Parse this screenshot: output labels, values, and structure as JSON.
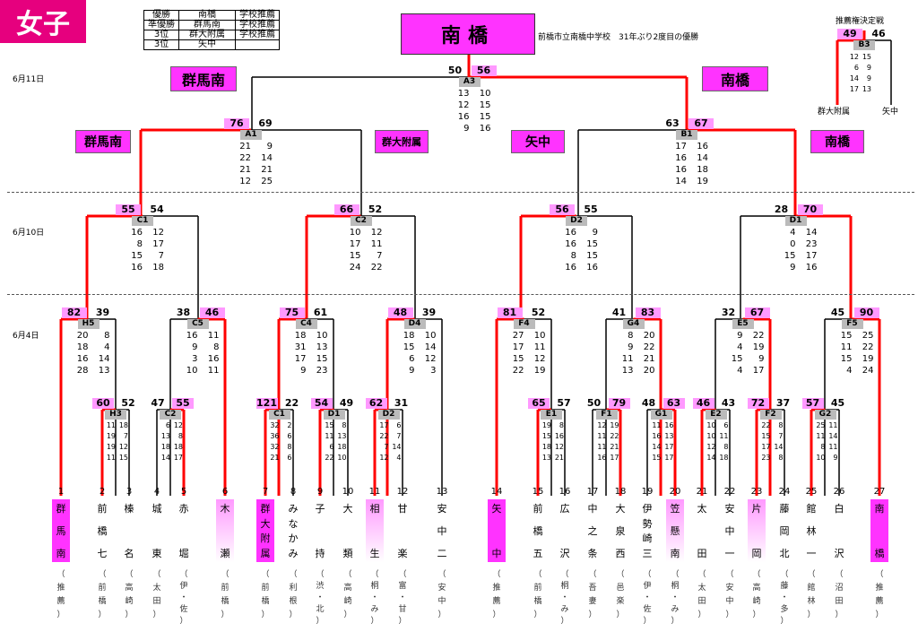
{
  "page_title": "女子",
  "results_table": [
    {
      "place": "優勝",
      "team": "南橋",
      "note": "学校推薦"
    },
    {
      "place": "準優勝",
      "team": "群馬南",
      "note": "学校推薦"
    },
    {
      "place": "3位",
      "team": "群大附属",
      "note": "学校推薦"
    },
    {
      "place": "3位",
      "team": "矢中",
      "note": ""
    }
  ],
  "champion": {
    "name": "南橋",
    "note": "前橋市立南橋中学校　31年ぶり2度目の優勝"
  },
  "dates": {
    "day1": "6月11日",
    "day2": "6月10日",
    "day3": "6月4日"
  },
  "recommend": {
    "title": "推薦権決定戦",
    "match": "B3",
    "left_score": "49",
    "right_score": "46",
    "sets": [
      [
        "12",
        "15"
      ],
      [
        "6",
        "9"
      ],
      [
        "14",
        "9"
      ],
      [
        "17",
        "13"
      ]
    ],
    "left_team": "群大附属",
    "right_team": "矢中"
  },
  "round_labels": {
    "a3_left": "群馬南",
    "a3_right": "南橋",
    "a1_left": "群馬南",
    "a1_right": "群大附属",
    "b1_left": "矢中",
    "b1_right": "南橋"
  },
  "matches": {
    "A3": {
      "left": "50",
      "right": "56",
      "sets": [
        [
          "13",
          "10"
        ],
        [
          "12",
          "15"
        ],
        [
          "16",
          "15"
        ],
        [
          "9",
          "16"
        ]
      ]
    },
    "A1": {
      "left": "76",
      "right": "69",
      "sets": [
        [
          "21",
          "9"
        ],
        [
          "22",
          "14"
        ],
        [
          "21",
          "21"
        ],
        [
          "12",
          "25"
        ]
      ]
    },
    "B1": {
      "left": "63",
      "right": "67",
      "sets": [
        [
          "17",
          "16"
        ],
        [
          "16",
          "14"
        ],
        [
          "16",
          "18"
        ],
        [
          "14",
          "19"
        ]
      ]
    },
    "C1": {
      "left": "55",
      "right": "54",
      "sets": [
        [
          "16",
          "12"
        ],
        [
          "8",
          "17"
        ],
        [
          "15",
          "7"
        ],
        [
          "16",
          "18"
        ]
      ]
    },
    "C2": {
      "left": "66",
      "right": "52",
      "sets": [
        [
          "10",
          "12"
        ],
        [
          "17",
          "11"
        ],
        [
          "15",
          "7"
        ],
        [
          "24",
          "22"
        ]
      ]
    },
    "D2": {
      "left": "56",
      "right": "55",
      "sets": [
        [
          "16",
          "9"
        ],
        [
          "16",
          "15"
        ],
        [
          "8",
          "15"
        ],
        [
          "16",
          "16"
        ]
      ]
    },
    "D1": {
      "left": "28",
      "right": "70",
      "sets": [
        [
          "4",
          "14"
        ],
        [
          "0",
          "23"
        ],
        [
          "15",
          "17"
        ],
        [
          "9",
          "16"
        ]
      ]
    },
    "H5": {
      "left": "82",
      "right": "39",
      "sets": [
        [
          "20",
          "8"
        ],
        [
          "18",
          "4"
        ],
        [
          "16",
          "14"
        ],
        [
          "28",
          "13"
        ]
      ]
    },
    "C5": {
      "left": "38",
      "right": "46",
      "sets": [
        [
          "16",
          "11"
        ],
        [
          "9",
          "8"
        ],
        [
          "3",
          "16"
        ],
        [
          "10",
          "11"
        ]
      ]
    },
    "C4": {
      "left": "75",
      "right": "61",
      "sets": [
        [
          "18",
          "10"
        ],
        [
          "31",
          "13"
        ],
        [
          "17",
          "15"
        ],
        [
          "9",
          "23"
        ]
      ]
    },
    "D4": {
      "left": "48",
      "right": "39",
      "sets": [
        [
          "18",
          "10"
        ],
        [
          "15",
          "14"
        ],
        [
          "6",
          "12"
        ],
        [
          "9",
          "3"
        ]
      ]
    },
    "F4": {
      "left": "81",
      "right": "52",
      "sets": [
        [
          "27",
          "10"
        ],
        [
          "17",
          "11"
        ],
        [
          "15",
          "12"
        ],
        [
          "22",
          "19"
        ]
      ]
    },
    "G4": {
      "left": "41",
      "right": "83",
      "sets": [
        [
          "8",
          "20"
        ],
        [
          "9",
          "22"
        ],
        [
          "11",
          "21"
        ],
        [
          "13",
          "20"
        ]
      ]
    },
    "E5": {
      "left": "32",
      "right": "67",
      "sets": [
        [
          "9",
          "22"
        ],
        [
          "4",
          "19"
        ],
        [
          "15",
          "9"
        ],
        [
          "4",
          "17"
        ]
      ]
    },
    "F5": {
      "left": "45",
      "right": "90",
      "sets": [
        [
          "15",
          "25"
        ],
        [
          "11",
          "22"
        ],
        [
          "15",
          "19"
        ],
        [
          "4",
          "24"
        ]
      ]
    },
    "H3": {
      "left": "60",
      "right": "52",
      "sets": [
        [
          "11",
          "18"
        ],
        [
          "19",
          "7"
        ],
        [
          "19",
          "12"
        ],
        [
          "11",
          "15"
        ]
      ]
    },
    "C2b": {
      "label": "C2",
      "left": "47",
      "right": "55",
      "sets": [
        [
          "6",
          "12"
        ],
        [
          "13",
          "8"
        ],
        [
          "18",
          "18"
        ],
        [
          "14",
          "17"
        ]
      ]
    },
    "C1b": {
      "label": "C1",
      "left": "121",
      "right": "22",
      "sets": [
        [
          "32",
          "2"
        ],
        [
          "36",
          "6"
        ],
        [
          "32",
          "8"
        ],
        [
          "21",
          "6"
        ]
      ]
    },
    "D1b": {
      "label": "D1",
      "left": "54",
      "right": "49",
      "sets": [
        [
          "15",
          "8"
        ],
        [
          "11",
          "13"
        ],
        [
          "6",
          "18"
        ],
        [
          "22",
          "10"
        ]
      ]
    },
    "D2b": {
      "label": "D2",
      "left": "62",
      "right": "31",
      "sets": [
        [
          "17",
          "6"
        ],
        [
          "22",
          "7"
        ],
        [
          "7",
          "14"
        ],
        [
          "12",
          "4"
        ]
      ]
    },
    "E1": {
      "left": "65",
      "right": "57",
      "sets": [
        [
          "19",
          "8"
        ],
        [
          "15",
          "16"
        ],
        [
          "18",
          "12"
        ],
        [
          "13",
          "21"
        ]
      ]
    },
    "F1": {
      "left": "50",
      "right": "79",
      "sets": [
        [
          "12",
          "19"
        ],
        [
          "11",
          "22"
        ],
        [
          "11",
          "21"
        ],
        [
          "16",
          "17"
        ]
      ]
    },
    "G1": {
      "left": "48",
      "right": "63",
      "sets": [
        [
          "11",
          "16"
        ],
        [
          "16",
          "13"
        ],
        [
          "14",
          "17"
        ],
        [
          "15",
          "17"
        ]
      ]
    },
    "E2": {
      "left": "46",
      "right": "43",
      "sets": [
        [
          "10",
          "6"
        ],
        [
          "10",
          "11"
        ],
        [
          "12",
          "8"
        ],
        [
          "14",
          "18"
        ]
      ]
    },
    "F2": {
      "left": "72",
      "right": "37",
      "sets": [
        [
          "22",
          "8"
        ],
        [
          "15",
          "7"
        ],
        [
          "17",
          "14"
        ],
        [
          "23",
          "8"
        ]
      ]
    },
    "G2": {
      "left": "57",
      "right": "45",
      "sets": [
        [
          "25",
          "11"
        ],
        [
          "11",
          "14"
        ],
        [
          "8",
          "11"
        ],
        [
          "10",
          "9"
        ]
      ]
    }
  },
  "teams": [
    {
      "num": "1",
      "name": "群馬南",
      "school": "推薦"
    },
    {
      "num": "2",
      "name": "前橋七",
      "school": "前橋"
    },
    {
      "num": "3",
      "name": "榛名",
      "school": "高崎"
    },
    {
      "num": "4",
      "name": "城東",
      "school": "太田"
    },
    {
      "num": "5",
      "name": "赤堀",
      "school": "伊・佐"
    },
    {
      "num": "6",
      "name": "木瀬",
      "school": "前橋"
    },
    {
      "num": "7",
      "name": "群大附属",
      "school": "前橋"
    },
    {
      "num": "8",
      "name": "みなかみ",
      "school": "利根"
    },
    {
      "num": "9",
      "name": "子持",
      "school": "渋・北"
    },
    {
      "num": "10",
      "name": "大類",
      "school": "高崎"
    },
    {
      "num": "11",
      "name": "相生",
      "school": "桐・み"
    },
    {
      "num": "12",
      "name": "甘楽",
      "school": "富・甘"
    },
    {
      "num": "13",
      "name": "安中二",
      "school": "安中"
    },
    {
      "num": "14",
      "name": "矢中",
      "school": "推薦"
    },
    {
      "num": "15",
      "name": "前橋五",
      "school": "前橋"
    },
    {
      "num": "16",
      "name": "広沢",
      "school": "桐・み"
    },
    {
      "num": "17",
      "name": "中之条",
      "school": "吾妻"
    },
    {
      "num": "18",
      "name": "大泉西",
      "school": "邑楽"
    },
    {
      "num": "19",
      "name": "伊勢崎三",
      "school": "伊・佐"
    },
    {
      "num": "20",
      "name": "笠懸南",
      "school": "桐・み"
    },
    {
      "num": "21",
      "name": "太田",
      "school": "太田"
    },
    {
      "num": "22",
      "name": "安中一",
      "school": "安中"
    },
    {
      "num": "23",
      "name": "片岡",
      "school": "高崎"
    },
    {
      "num": "24",
      "name": "藤岡北",
      "school": "藤・多"
    },
    {
      "num": "25",
      "name": "館林一",
      "school": "館林"
    },
    {
      "num": "26",
      "name": "白沢",
      "school": "沼田"
    },
    {
      "num": "27",
      "name": "南橋",
      "school": "推薦"
    }
  ],
  "colors": {
    "win_line": "#ff0000",
    "lose_line": "#000000",
    "highlight": "#ff33ff",
    "win_score": "#ff99ff"
  }
}
